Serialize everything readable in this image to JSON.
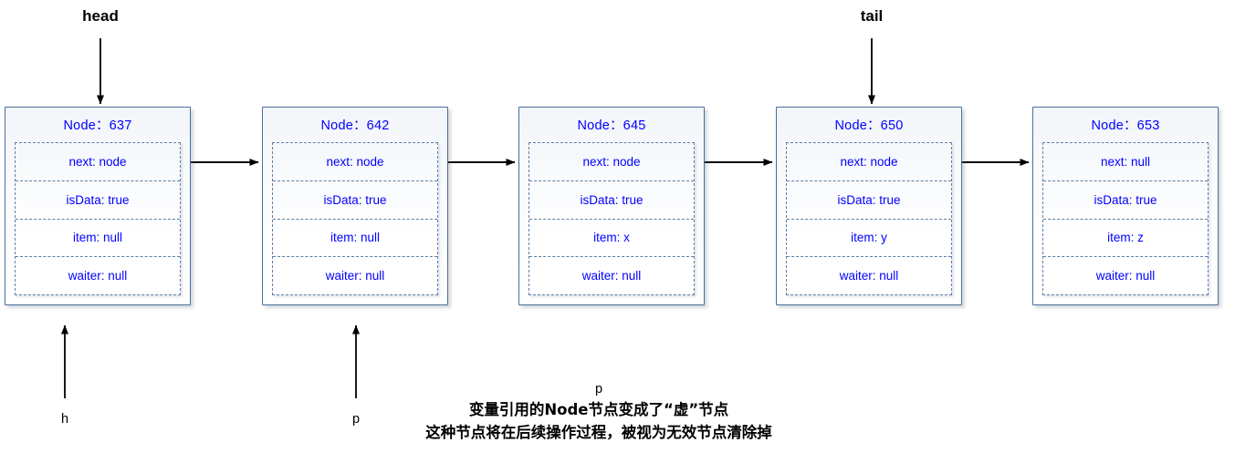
{
  "diagram": {
    "title_labels": {
      "head": "head",
      "tail": "tail"
    },
    "variable_labels": {
      "h": "h",
      "p_left": "p",
      "p_center": "p"
    },
    "field_names": {
      "next": "next",
      "isData": "isData",
      "item": "item",
      "waiter": "waiter"
    },
    "nodes": [
      {
        "title": "Node：637",
        "fields": [
          "next: node",
          "isData: true",
          "item: null",
          "waiter: null"
        ]
      },
      {
        "title": "Node：642",
        "fields": [
          "next: node",
          "isData: true",
          "item: null",
          "waiter: null"
        ]
      },
      {
        "title": "Node：645",
        "fields": [
          "next: node",
          "isData: true",
          "item: x",
          "waiter: null"
        ]
      },
      {
        "title": "Node：650",
        "fields": [
          "next: node",
          "isData: true",
          "item: y",
          "waiter: null"
        ]
      },
      {
        "title": "Node：653",
        "fields": [
          "next: null",
          "isData: true",
          "item: z",
          "waiter: null"
        ]
      }
    ],
    "annotation": {
      "pointer": "p",
      "line1": "变量引用的Node节点变成了“虚”节点",
      "line2": "这种节点将在后续操作过程，被视为无效节点清除掉"
    },
    "colors": {
      "node_border": "#4a6f9c",
      "field_border": "#5d7fa6",
      "text_blue": "#0000ff",
      "arrow_black": "#000000",
      "card_background": "#f2f5f9"
    }
  }
}
